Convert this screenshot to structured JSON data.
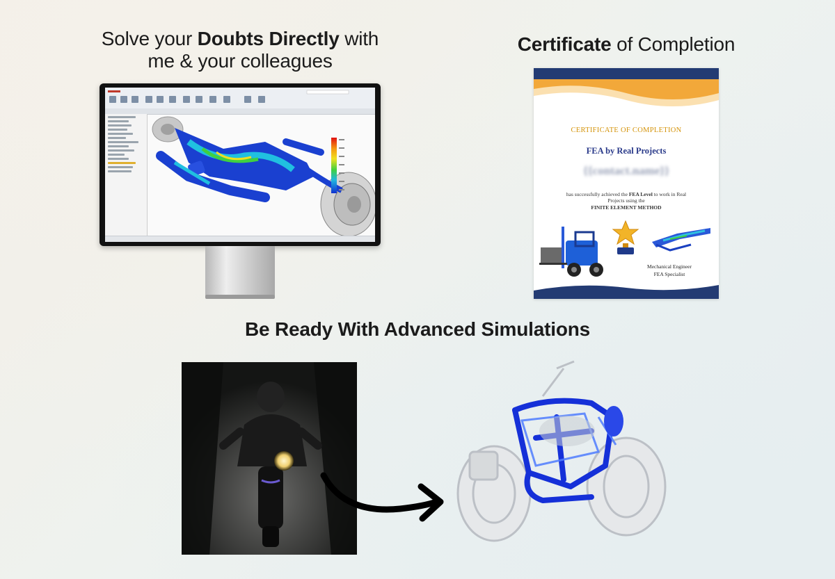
{
  "headings": {
    "doubts_pre": "Solve your ",
    "doubts_bold": "Doubts Directly",
    "doubts_post": " with",
    "doubts_line2": "me & your colleagues",
    "cert_bold": "Certificate",
    "cert_rest": " of Completion",
    "simulations": "Be Ready With Advanced Simulations"
  },
  "certificate": {
    "title": "CERTIFICATE OF COMPLETION",
    "course": "FEA by Real Projects",
    "name_placeholder": "{{contact.name}}",
    "body_pre": "has successfully achieved the ",
    "body_bold": "FEA Level",
    "body_post": " to work in Real",
    "body_line2": "Projects using the",
    "method": "FINITE ELEMENT METHOD",
    "signature_line1": "Mechanical Engineer",
    "signature_line2": "FEA Specialist"
  },
  "colors": {
    "cert_gold": "#d4930a",
    "cert_navy": "#2a3a8a",
    "cert_banner_blue": "#233b73",
    "fea_blue": "#1530d8"
  },
  "icons": [
    "trophy-star-icon",
    "curved-arrow-icon",
    "forklift-icon"
  ]
}
